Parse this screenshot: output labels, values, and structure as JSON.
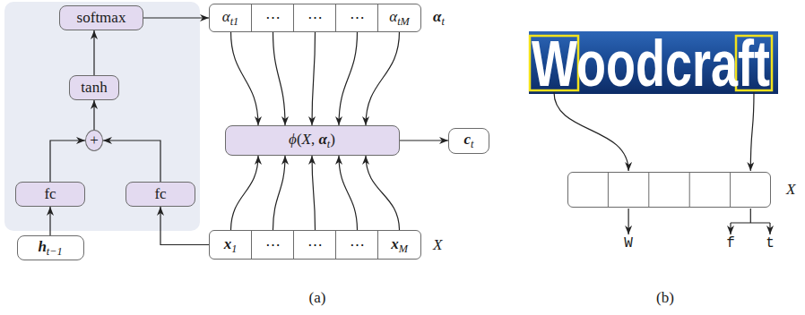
{
  "diagram": {
    "nodes": [
      {
        "text": [
          "softmax"
        ]
      },
      {
        "text": [
          "tanh"
        ]
      },
      {
        "text": [
          "+"
        ]
      },
      {
        "text": [
          "fc"
        ]
      },
      {
        "text": [
          "fc"
        ]
      },
      {
        "text": [
          "ht−1"
        ]
      },
      {
        "text": [
          "αt"
        ]
      },
      {
        "text": [
          "αt1"
        ],
        "in": 6
      },
      {
        "text": [
          "⋯"
        ],
        "in": 6
      },
      {
        "text": [
          "⋯"
        ],
        "in": 6
      },
      {
        "text": [
          "⋯"
        ],
        "in": 6
      },
      {
        "text": [
          "αtM"
        ],
        "in": 6
      },
      {
        "text": [
          "ϕ(X, αt)"
        ]
      },
      {
        "text": [
          "ct"
        ]
      },
      {
        "text": [
          "X"
        ]
      },
      {
        "text": [
          "x1"
        ],
        "in": 14
      },
      {
        "text": [
          "⋯"
        ],
        "in": 14
      },
      {
        "text": [
          "⋯"
        ],
        "in": 14
      },
      {
        "text": [
          "⋯"
        ],
        "in": 14
      },
      {
        "text": [
          "xM"
        ],
        "in": 14
      },
      {
        "text": [
          "X"
        ]
      }
    ],
    "edges": [
      {
        "from": 5,
        "to": 3,
        "arrow": "to"
      },
      {
        "from": 3,
        "to": 2,
        "arrow": "to"
      },
      {
        "from": 4,
        "to": 2,
        "arrow": "to"
      },
      {
        "from": 2,
        "to": 1,
        "arrow": "to"
      },
      {
        "from": 1,
        "to": 0,
        "arrow": "to"
      },
      {
        "from": 0,
        "to": 6,
        "arrow": "to"
      },
      {
        "from": 7,
        "to": 12,
        "arrow": "to"
      },
      {
        "from": 8,
        "to": 12,
        "arrow": "to"
      },
      {
        "from": 9,
        "to": 12,
        "arrow": "to"
      },
      {
        "from": 10,
        "to": 12,
        "arrow": "to"
      },
      {
        "from": 11,
        "to": 12,
        "arrow": "to"
      },
      {
        "from": 12,
        "to": 13,
        "arrow": "to"
      },
      {
        "from": 15,
        "to": 12,
        "arrow": "to"
      },
      {
        "from": 16,
        "to": 12,
        "arrow": "to"
      },
      {
        "from": 17,
        "to": 12,
        "arrow": "to"
      },
      {
        "from": 18,
        "to": 12,
        "arrow": "to"
      },
      {
        "from": 19,
        "to": 12,
        "arrow": "to"
      },
      {
        "from": 15,
        "to": 4,
        "arrow": "to"
      }
    ],
    "labels": [
      "Woodcraft",
      "W",
      "f",
      "t",
      "(a)",
      "(b)"
    ]
  }
}
